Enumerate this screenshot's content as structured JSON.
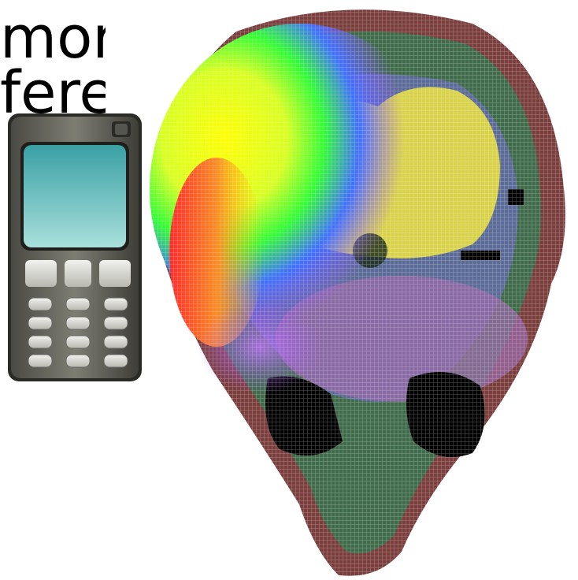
{
  "text": {
    "line1": "mor",
    "line2": "ferer"
  },
  "colors": {
    "scan_skin": "#7a3e3c",
    "scan_tissue_green": "#3f6b4a",
    "scan_tissue_blue": "#5b6b97",
    "scan_brain_yellow": "#d8d24a",
    "scan_purple": "#9a6aa8",
    "scan_dark": "#000000",
    "hotspot_red": "#ff2a2a",
    "hotspot_yellow": "#ffff00",
    "hotspot_green": "#33ff33",
    "hotspot_purple": "#a050ff",
    "phone_body": "#5e5e56",
    "phone_screen": "#8ed0d0"
  },
  "icons": {
    "phone": "mobile-phone-icon",
    "scan": "head-scan-image"
  }
}
